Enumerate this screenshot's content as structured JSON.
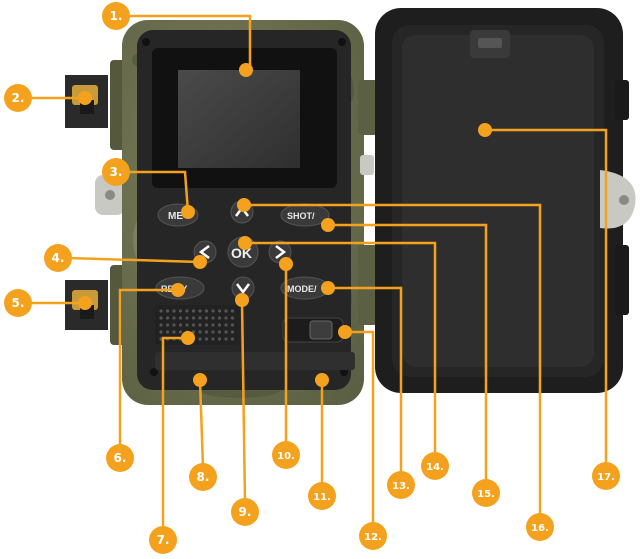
{
  "device": {
    "buttons": {
      "menu": "ME",
      "ok": "OK",
      "shot": "SHOT/",
      "replay": "RE   AY",
      "mode": "MODE/"
    }
  },
  "callouts": [
    {
      "id": 1,
      "label": "1."
    },
    {
      "id": 2,
      "label": "2."
    },
    {
      "id": 3,
      "label": "3."
    },
    {
      "id": 4,
      "label": "4."
    },
    {
      "id": 5,
      "label": "5."
    },
    {
      "id": 6,
      "label": "6."
    },
    {
      "id": 7,
      "label": "7."
    },
    {
      "id": 8,
      "label": "8."
    },
    {
      "id": 9,
      "label": "9."
    },
    {
      "id": 10,
      "label": "10."
    },
    {
      "id": 11,
      "label": "11."
    },
    {
      "id": 12,
      "label": "12."
    },
    {
      "id": 13,
      "label": "13."
    },
    {
      "id": 14,
      "label": "14."
    },
    {
      "id": 15,
      "label": "15."
    },
    {
      "id": 16,
      "label": "16."
    },
    {
      "id": 17,
      "label": "17."
    }
  ],
  "colors": {
    "callout": "#f4a21e",
    "camo": "#6f7350",
    "panel": "#2a2a2a",
    "screen": "#3c3c3c",
    "door": "#202020"
  }
}
